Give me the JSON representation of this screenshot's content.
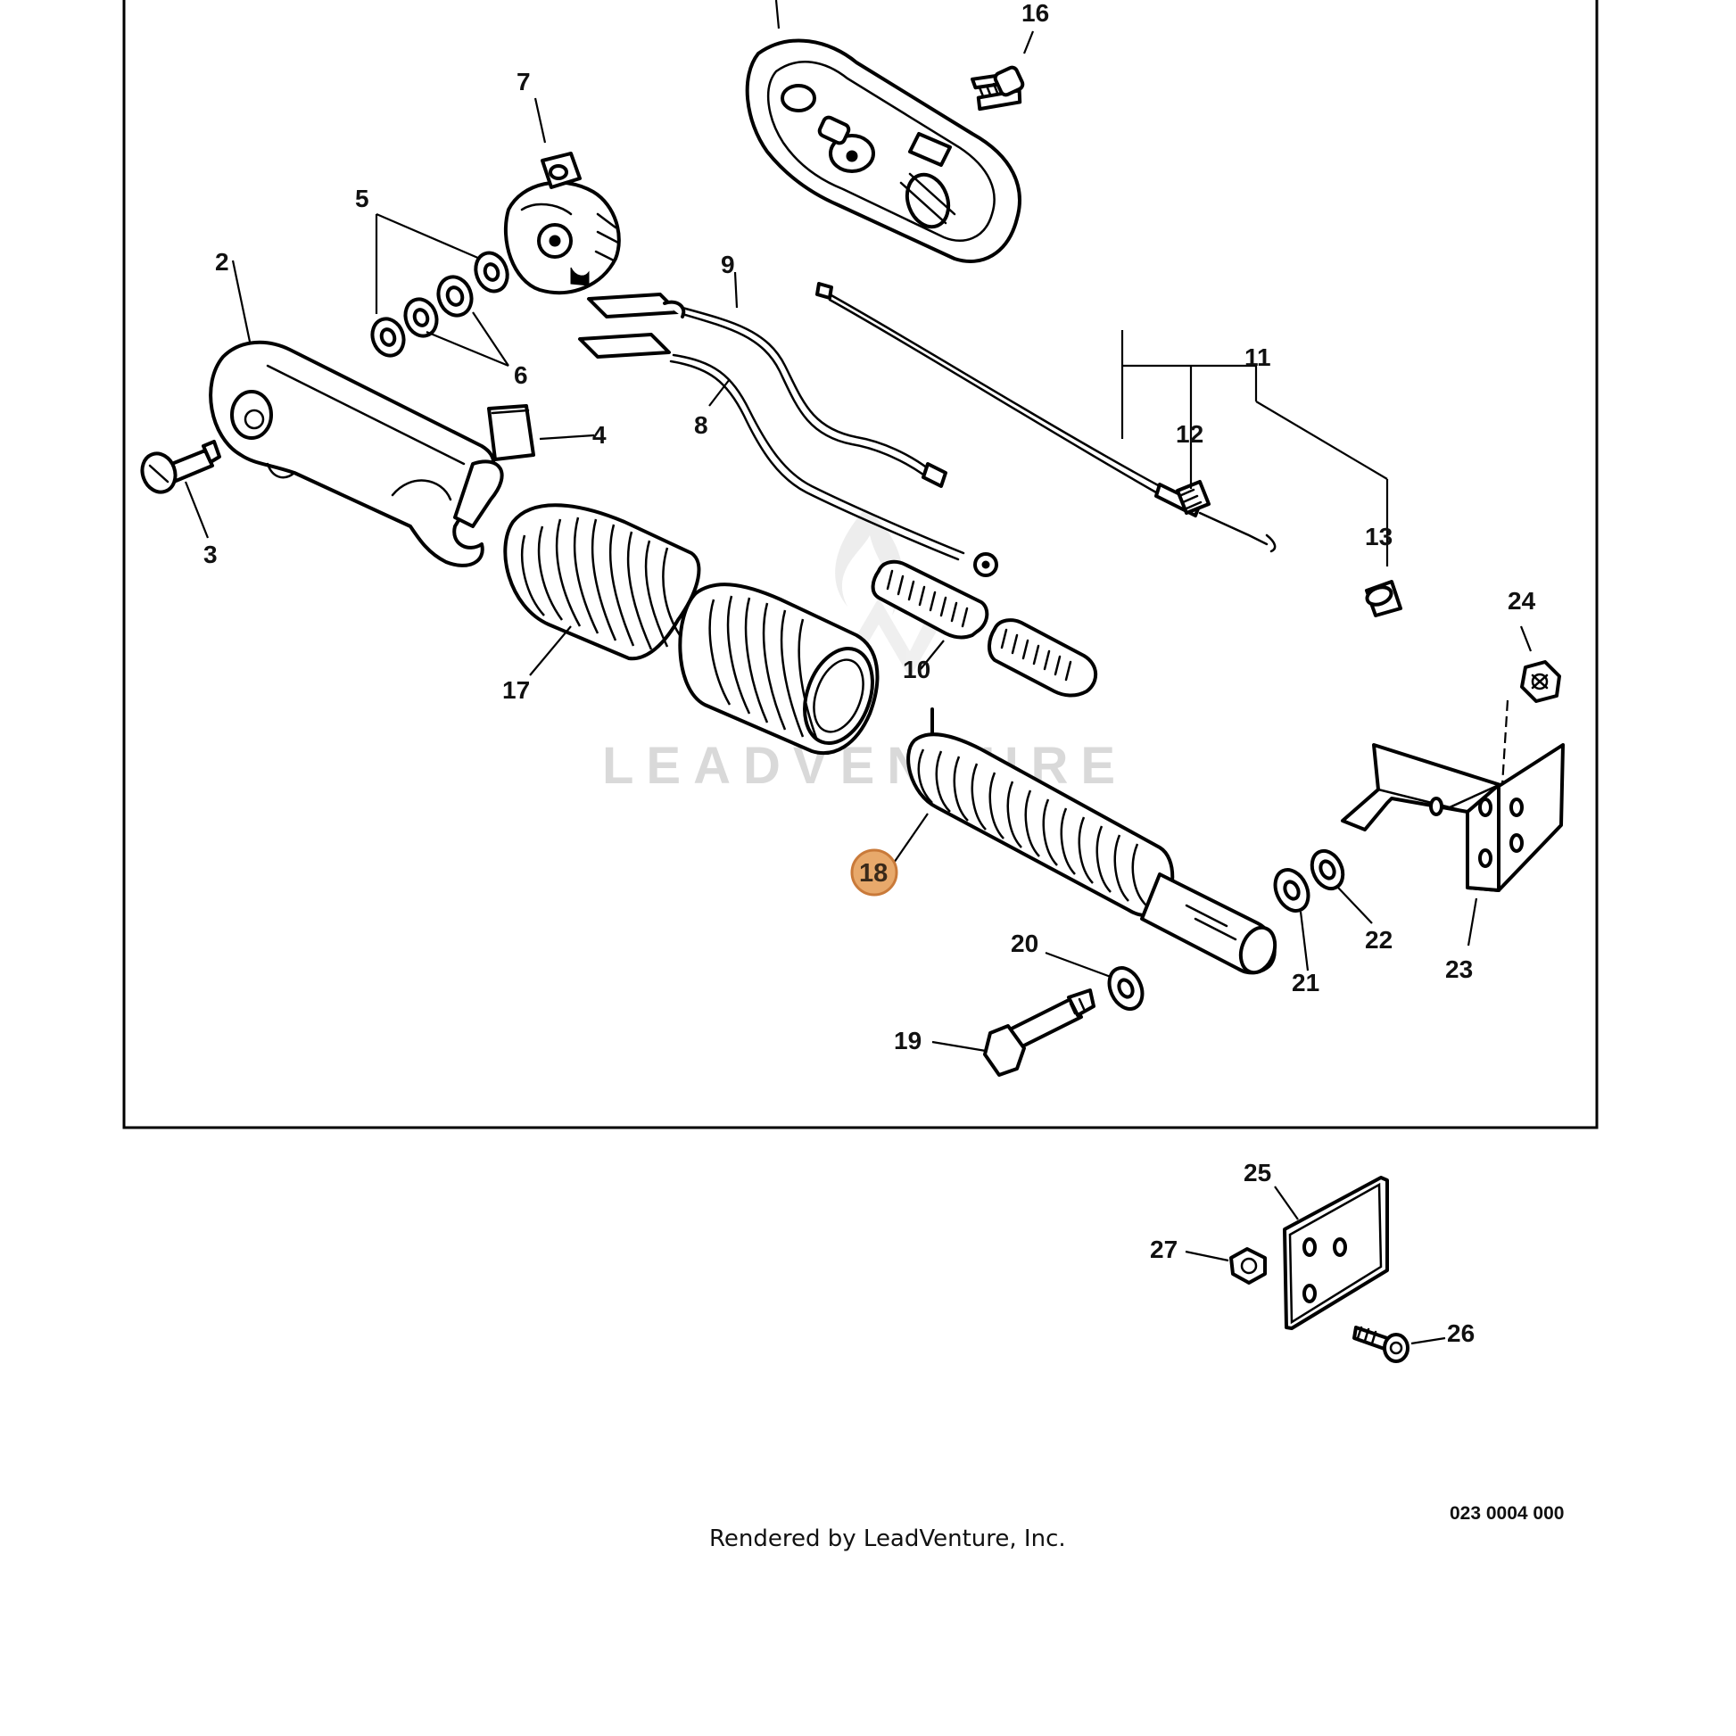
{
  "diagram": {
    "callouts": [
      "2",
      "3",
      "4",
      "5",
      "6",
      "7",
      "8",
      "9",
      "10",
      "11",
      "12",
      "13",
      "16",
      "17",
      "18",
      "19",
      "20",
      "21",
      "22",
      "23",
      "24",
      "25",
      "26",
      "27"
    ],
    "highlighted_callout": "18",
    "highlight_color": "#e8a96b",
    "highlight_stroke": "#c97a3a",
    "watermark": "LEADVENTURE",
    "credit": "Rendered by LeadVenture, Inc.",
    "drawing_code": "023 0004 000"
  }
}
